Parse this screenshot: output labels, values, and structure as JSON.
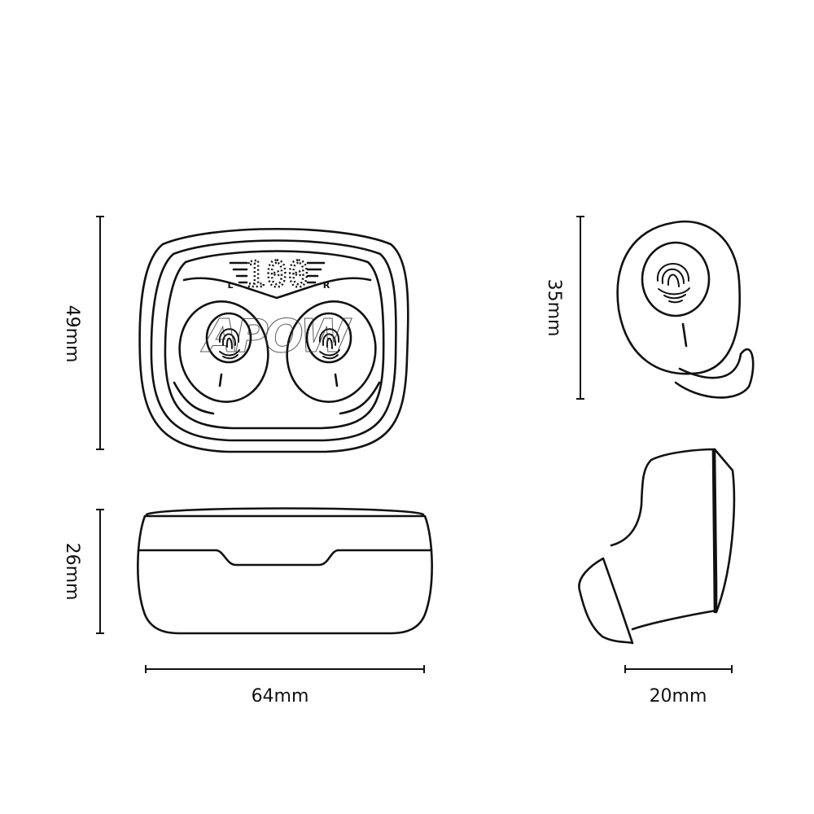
{
  "dimensions": {
    "case_height": "49mm",
    "case_depth": "26mm",
    "case_width": "64mm",
    "earbud_height": "35mm",
    "earbud_width": "20mm"
  },
  "display": {
    "battery_level": "100",
    "left_label": "L",
    "right_label": "R"
  },
  "watermark": "APOW",
  "colors": {
    "line": "#111111",
    "background": "#ffffff"
  }
}
